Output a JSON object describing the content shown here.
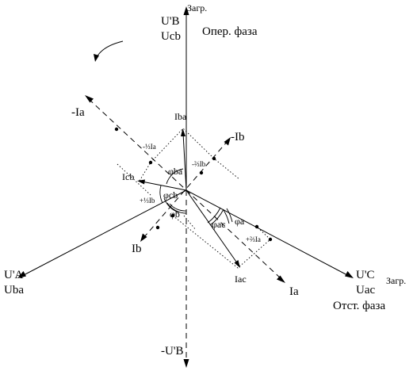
{
  "labels": {
    "ub_prime": "U'B",
    "ucb": "Ucb",
    "zagr_top": "Загр.",
    "oper_faza": "Опер. фаза",
    "neg_ia": "-Ia",
    "iba": "Iba",
    "neg_ib": "-Ib",
    "third_ia": "-⅓Ia",
    "two_thirds_ib": "-⅔Ib",
    "phi_ba": "φba",
    "icb": "Icb",
    "phi_cb": "φcb",
    "plus_third_ib": "+⅓Ib",
    "phi_b": "φb",
    "ib": "Ib",
    "phi_ac": "φac",
    "phi_a": "φa",
    "plus_two_thirds_ia": "+⅔Ia",
    "ua_prime": "U'A",
    "uba": "Uba",
    "iac": "Iac",
    "ia": "Ia",
    "uc_prime": "U'C",
    "uac": "Uac",
    "zagr_right": "Загр.",
    "otst_faza": "Отст. фаза",
    "neg_ub_prime": "-U'B"
  },
  "colors": {
    "line": "#000000",
    "background": "#ffffff"
  },
  "icons": {
    "rotation": "curved-arrow-counterclockwise-icon"
  }
}
